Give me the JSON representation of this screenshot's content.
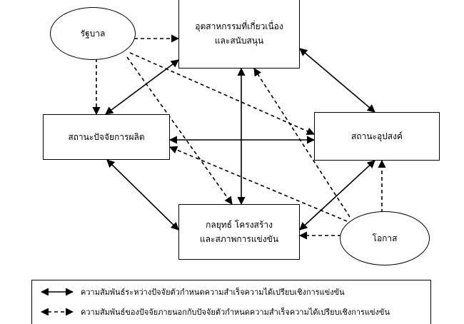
{
  "nodes": {
    "related": {
      "line1": "อุตสาหกรรมที่เกี่ยวเนื่อง",
      "line2": "และสนับสนุน"
    },
    "government": {
      "label": "รัฐบาล"
    },
    "factor": {
      "label": "สถานะปัจจัยการผลิต"
    },
    "demand": {
      "label": "สถานะอุปสงค์"
    },
    "strategy": {
      "line1": "กลยุทธ์ โครงสร้าง",
      "line2": "และสภาพการแข่งขัน"
    },
    "chance": {
      "label": "โอกาส"
    }
  },
  "legend": {
    "internal": "ความสัมพันธ์ระหว่างปัจจัยตัวกำหนดความสำเร็จความได้เปรียบเชิงการแข่งขัน",
    "external": "ความสัมพันธ์ของปัจจัยภายนอกกับปัจจัยตัวกำหนดความสำเร็จความได้เปรียบเชิงการแข่งขัน"
  },
  "colors": {
    "line": "#000000"
  }
}
